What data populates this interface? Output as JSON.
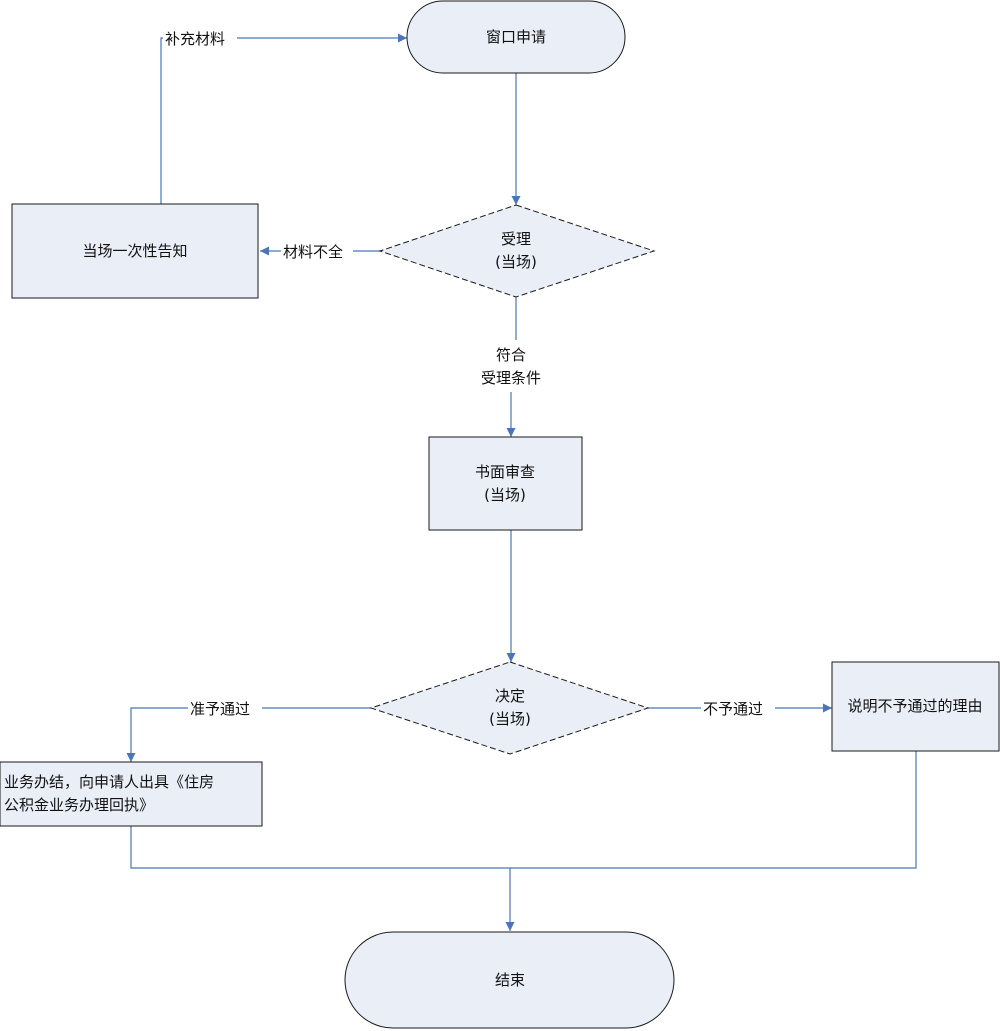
{
  "nodes": {
    "start": {
      "label": "窗口申请"
    },
    "accept": {
      "line1": "受理",
      "line2": "(当场)"
    },
    "notify": {
      "label": "当场一次性告知"
    },
    "review": {
      "line1": "书面审查",
      "line2": "(当场)"
    },
    "decide": {
      "line1": "决定",
      "line2": "(当场)"
    },
    "complete": {
      "line1": "业务办结，向申请人出具《住房",
      "line2": "公积金业务办理回执》"
    },
    "explain": {
      "label": "说明不予通过的理由"
    },
    "end": {
      "label": "结束"
    }
  },
  "edges": {
    "supplement": "补充材料",
    "incomplete": "材料不全",
    "eligible_line1": "符合",
    "eligible_line2": "受理条件",
    "approve": "准予通过",
    "reject": "不予通过"
  },
  "colors": {
    "node_fill": "#e9eef7",
    "node_stroke": "#1a1a1a",
    "edge": "#4a76b8"
  }
}
